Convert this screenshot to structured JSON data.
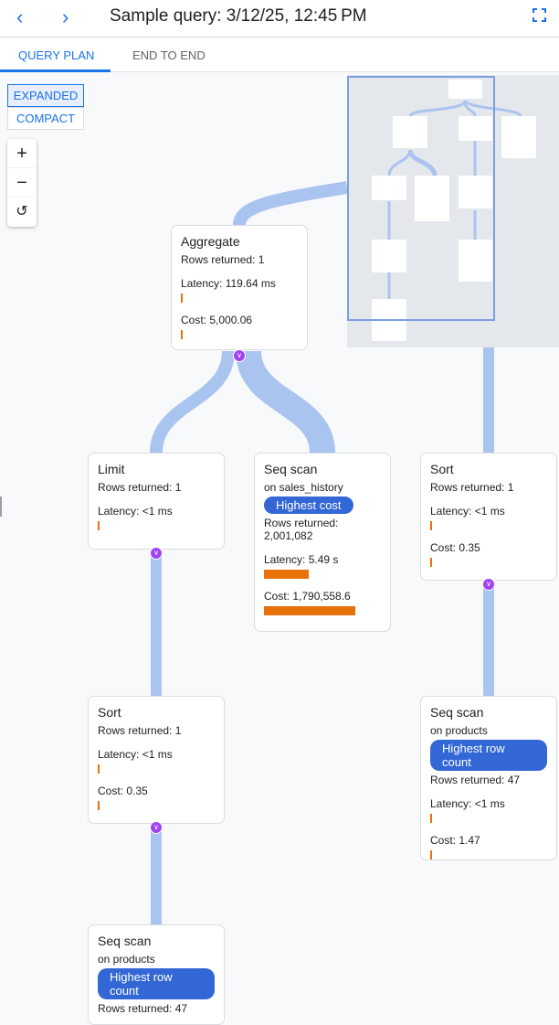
{
  "header": {
    "title": "Sample query: 3/12/25, 12:45 PM",
    "back_icon": "chevron-left-icon",
    "forward_icon": "chevron-right-icon",
    "fullscreen_icon": "fullscreen-icon"
  },
  "tabs": [
    {
      "label": "QUERY PLAN",
      "active": true
    },
    {
      "label": "END TO END",
      "active": false
    }
  ],
  "view_modes": [
    {
      "label": "EXPANDED",
      "selected": true
    },
    {
      "label": "COMPACT",
      "selected": false
    }
  ],
  "zoom_controls": {
    "zoom_in": "+",
    "zoom_out": "−",
    "reset": "↺"
  },
  "colors": {
    "accent": "#1a73e8",
    "badge": "#3367d6",
    "bar": "#e8710a",
    "link": "#aac4f0",
    "expander": "#a142f4"
  },
  "nodes": {
    "aggregate": {
      "title": "Aggregate",
      "rows": "Rows returned: 1",
      "latency": "Latency: 119.64 ms",
      "cost": "Cost: 5,000.06"
    },
    "limit": {
      "title": "Limit",
      "rows": "Rows returned: 1",
      "latency": "Latency: <1 ms"
    },
    "seq_sales": {
      "title": "Seq scan",
      "on": "on sales_history",
      "badge": "Highest cost",
      "rows": "Rows returned:",
      "rows_value": "2,001,082",
      "latency": "Latency: 5.49 s",
      "cost": "Cost: 1,790,558.6"
    },
    "sort_right": {
      "title": "Sort",
      "rows": "Rows returned: 1",
      "latency": "Latency: <1 ms",
      "cost": "Cost: 0.35"
    },
    "sort_left": {
      "title": "Sort",
      "rows": "Rows returned: 1",
      "latency": "Latency: <1 ms",
      "cost": "Cost: 0.35"
    },
    "seq_products_right": {
      "title": "Seq scan",
      "on": "on products",
      "badge": "Highest row count",
      "rows": "Rows returned: 47",
      "latency": "Latency: <1 ms",
      "cost": "Cost: 1.47"
    },
    "seq_products_bottom": {
      "title": "Seq scan",
      "on": "on products",
      "badge": "Highest row count",
      "rows": "Rows returned: 47"
    }
  }
}
